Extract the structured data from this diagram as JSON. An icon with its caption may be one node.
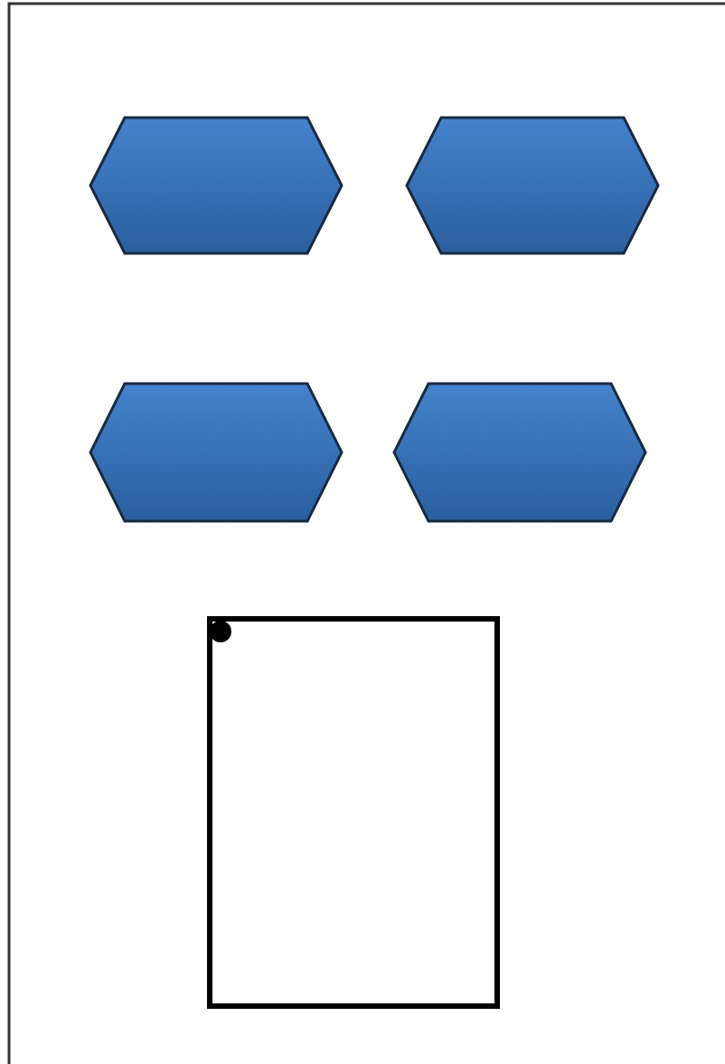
{
  "diagram": {
    "nodes": [
      {
        "text": [],
        "shape": "hexagon"
      },
      {
        "text": [],
        "shape": "hexagon"
      },
      {
        "text": [],
        "shape": "hexagon"
      },
      {
        "text": [],
        "shape": "hexagon"
      },
      {
        "text": [],
        "shape": "box"
      }
    ]
  }
}
